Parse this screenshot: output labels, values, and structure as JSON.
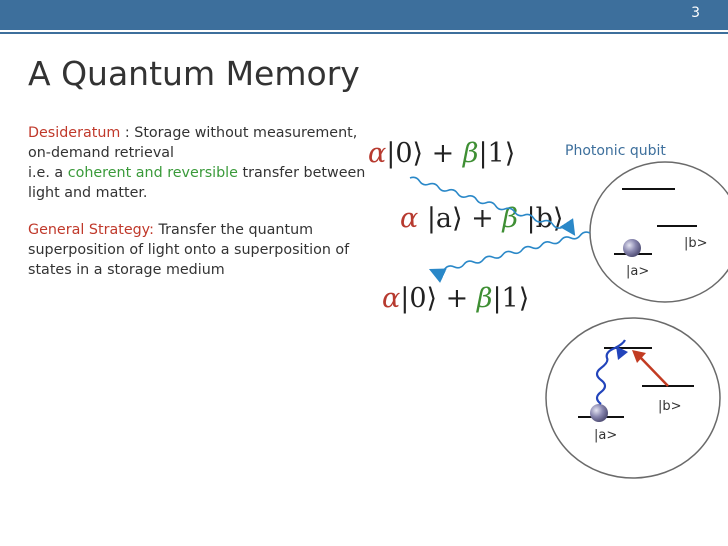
{
  "slide": {
    "number": "3",
    "title": "A Quantum Memory"
  },
  "desideratum": {
    "label": "Desideratum",
    "colon_text": " : Storage without measurement, on-demand retrieval",
    "ie_prefix": " i.e. a ",
    "highlight": "coherent and reversible",
    "suffix": " transfer between light and matter."
  },
  "strategy": {
    "label": "General Strategy:",
    "text": " Transfer the quantum superposition of light onto a superposition of states in a storage medium"
  },
  "equations": {
    "eq1": {
      "alpha": "α",
      "ket0": "|0⟩",
      "plus": " + ",
      "beta": "β",
      "ket1": "|1⟩"
    },
    "eq2": {
      "alpha": "α",
      "ket0": " |a⟩",
      "plus": " + ",
      "beta": "β",
      "ket1": " |b⟩"
    },
    "eq3": {
      "alpha": "α",
      "ket0": "|0⟩",
      "plus": " + ",
      "beta": "β",
      "ket1": "|1⟩"
    }
  },
  "photonic_label": "Photonic qubit",
  "diagram1": {
    "ket_b": "|b>",
    "ket_a": "|a>"
  },
  "diagram2": {
    "ket_b": "|b>",
    "ket_a": "|a>"
  },
  "colors": {
    "accent": "#3d6f9c",
    "red": "#c0392b",
    "green": "#3a9a3a"
  }
}
